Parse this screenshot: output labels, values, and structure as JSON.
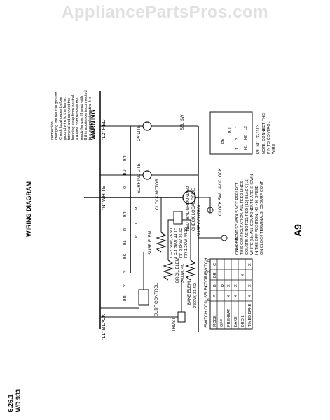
{
  "watermark": "AppliancePartsPros.com",
  "title": "WIRING DIAGRAM",
  "page_code": "A9",
  "footer": {
    "line1": "6.26.1",
    "line2": "WD 933"
  },
  "warning": {
    "heading": "WARNING",
    "body": [
      "If this appliance is connected",
      "to a grounded neutral it is",
      "ready for use. If used with",
      "a 4 wire cord remove the",
      "bonding strap from neutral",
      "terminal and connect the",
      "ground wire to the frame.",
      "Check local codes before",
      "changing the neutral ground",
      "connection."
    ]
  },
  "labels": {
    "l1": "\"L1\" BLACK",
    "n": "\"N\" WHITE",
    "l2": "\"L2\" RED",
    "ov_lite": "OV LITE",
    "surf_ind_lite": "SURF IND LITE",
    "surf_control": "SURF CONTROL",
    "surf_control_2": "SURF CONTROL",
    "surf_elem": "SURF ELEM",
    "clock_motor": "CLOCK MOTOR",
    "neutral_ground": "NEUTRAL GROUNDED",
    "check_code": "CHECK LOCAL CODE",
    "broil_elem": "BROIL ELEM",
    "broil_rating": "3400W, 4K",
    "bake_elem": "BAKE ELEM",
    "bake_rating": "2700W, 21.4Ω",
    "thmst": "THMST",
    "clock": "CLOCK",
    "sel_sw": "SEL SW",
    "sel_sw_2": "SEL SW",
    "clock_sw": "CLOCK SW",
    "av_clock": "AV CLOCK",
    "pt_no": "PT. NO. 321103",
    "note_connect": "NOTE: CONNECT THIS",
    "note_pin": "PIN TO CONTROL",
    "note_wire": "WIRE"
  },
  "surf_element_ratings": [
    "LF-2.6KW, 26.5Ω",
    "LR-1.2KW, 44.1Ω",
    "RF-2.0KW, 26.5Ω",
    "RR-1.2KW, 44.1Ω"
  ],
  "switch_table": {
    "caption": "SWITCH CON. SELECTOR SWITCH",
    "headers": [
      "MODE",
      "P",
      "B",
      "BR",
      "C"
    ],
    "rows": [
      [
        "OFF",
        "",
        "",
        "",
        ""
      ],
      [
        "PREHEAT",
        "X",
        "X",
        "",
        ""
      ],
      [
        "BAKE",
        "X",
        "X",
        "",
        ""
      ],
      [
        "BROIL",
        "",
        "",
        "X",
        ""
      ],
      [
        "TIMED BAKE",
        "X",
        "X",
        "",
        "X"
      ]
    ]
  },
  "notes": [
    "COMPONENT SYMBOLS NOT REFLECT",
    "THIS CONFIGURATION. ALL FEED LINES",
    "COLORS AS NOTED: RED (L2) BLACK (L1)",
    "WHITE (N). ALL COMPONENTS ARE SHOWN",
    "IN THE OFF POSITION. HS - HI SPEED",
    "ON CLOCK TERMINALS. C3 SURF CONT."
  ],
  "wire_colors": [
    "BR",
    "Y",
    "Y",
    "BK",
    "BL",
    "R",
    "BR",
    "O",
    "BU",
    "BR",
    "P",
    "R",
    "PK",
    "BU"
  ],
  "terminals": [
    "P",
    "L",
    "M",
    "X",
    "R",
    "1",
    "2",
    "H1",
    "H2",
    "L1",
    "L2"
  ]
}
